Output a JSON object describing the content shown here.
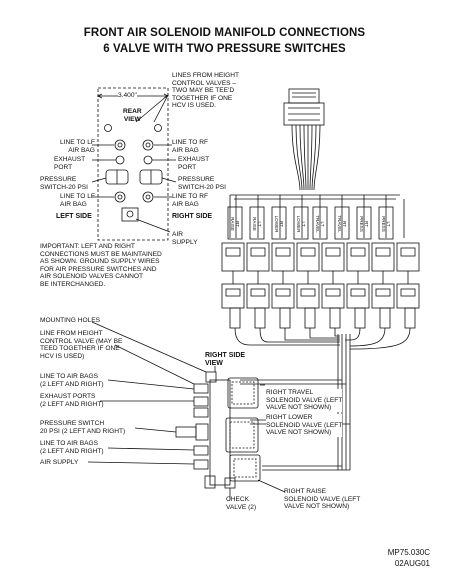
{
  "title": {
    "line1": "FRONT AIR SOLENOID MANIFOLD CONNECTIONS",
    "line2": "6 VALVE WITH TWO PRESSURE SWITCHES"
  },
  "top_view": {
    "dimension": "3.400\"",
    "rear_view": "REAR\nVIEW",
    "height_control_note": "LINES FROM HEIGHT\nCONTROL VALVES –\nTWO MAY BE TEE'D\nTOGETHER IF ONE\nHCV IS USED.",
    "lf_air_bag": "LINE TO LF\nAIR BAG",
    "rf_air_bag_1": "LINE TO RF\nAIR BAG",
    "exhaust_left": "EXHAUST\nPORT",
    "exhaust_right": "EXHAUST\nPORT",
    "pressure_left": "PRESSURE\nSWITCH-20 PSI",
    "pressure_right": "PRESSURE\nSWITCH-20 PSI",
    "lf_air_bag_2": "LINE TO LF\nAIR BAG",
    "rf_air_bag_2": "LINE TO RF\nAIR BAG",
    "left_side": "LEFT SIDE",
    "right_side": "RIGHT SIDE",
    "air_supply": "AIR\nSUPPLY"
  },
  "important_note": "IMPORTANT: LEFT AND RIGHT\nCONNECTIONS MUST BE MAINTAINED\nAS SHOWN. GROUND SUPPLY WIRES\nFOR AIR PRESSURE SWITCHES AND\nAIR SOLENOID VALVES CANNOT\nBE INTERCHANGED.",
  "side_view": {
    "mounting_holes": "MOUNTING HOLES",
    "hcv_line": "LINE FROM HEIGHT\nCONTROL VALVE (MAY BE\nTEED TOGETHER IF ONE\nHCV IS USED)",
    "air_bags_1": "LINE TO AIR BAGS\n(2 LEFT AND RIGHT)",
    "exhaust_ports": "EXHAUST PORTS\n(2 LEFT AND RIGHT)",
    "pressure_switch": "PRESSURE SWITCH\n20 PSI (2 LEFT AND RIGHT)",
    "air_bags_2": "LINE TO AIR BAGS\n(2 LEFT AND RIGHT)",
    "air_supply": "AIR SUPPLY",
    "right_side_view": "RIGHT SIDE\nVIEW",
    "right_travel": "RIGHT TRAVEL\nSOLENOID VALVE (LEFT\nVALVE NOT SHOWN)",
    "right_lower": "RIGHT LOWER\nSOLENOID VALVE (LEFT\nVALVE NOT SHOWN)",
    "check_valve": "CHECK\nVALVE (2)",
    "right_raise": "RIGHT RAISE\nSOLENOID VALVE (LEFT\nVALVE NOT SHOWN)"
  },
  "harness_labels": [
    "RT\nRAISE",
    "LT\nRAISE",
    "RT\nLOWER",
    "LT\nLOWER",
    "LT\nTRAVEL",
    "RT\nTRAVEL",
    "RT\nPRESS",
    "LT\nPRESS"
  ],
  "figure_ref": {
    "code": "MP75.030C",
    "date": "02AUG01"
  }
}
